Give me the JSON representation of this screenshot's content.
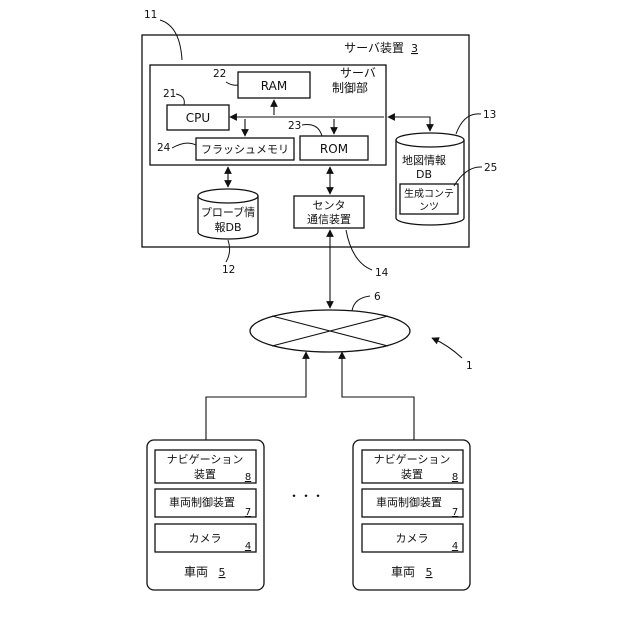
{
  "server": {
    "title": "サーバ装置",
    "title_ref": "3",
    "ref": "11",
    "control": {
      "label_line1": "サーバ",
      "label_line2": "制御部",
      "ram": {
        "label": "RAM",
        "ref": "22"
      },
      "cpu": {
        "label": "CPU",
        "ref": "21"
      },
      "rom": {
        "label": "ROM",
        "ref": "23"
      },
      "flash": {
        "label": "フラッシュメモリ",
        "ref": "24"
      }
    },
    "probe_db": {
      "line1": "プローブ情",
      "line2": "報DB",
      "ref": "12"
    },
    "comm": {
      "line1": "センタ",
      "line2": "通信装置",
      "ref": "14"
    },
    "map_db": {
      "line1": "地図情報",
      "line2": "DB",
      "ref": "13",
      "content": {
        "line1": "生成コンテ",
        "line2": "ンツ",
        "ref": "25"
      }
    }
  },
  "network": {
    "ref": "6"
  },
  "system": {
    "ref": "1"
  },
  "ellipsis": "・・・",
  "vehicles": [
    {
      "label": "車両",
      "ref": "5",
      "nav": {
        "line1": "ナビゲーション",
        "line2": "装置",
        "ref": "8"
      },
      "control": {
        "label": "車両制御装置",
        "ref": "7"
      },
      "camera": {
        "label": "カメラ",
        "ref": "4"
      }
    },
    {
      "label": "車両",
      "ref": "5",
      "nav": {
        "line1": "ナビゲーション",
        "line2": "装置",
        "ref": "8"
      },
      "control": {
        "label": "車両制御装置",
        "ref": "7"
      },
      "camera": {
        "label": "カメラ",
        "ref": "4"
      }
    }
  ]
}
